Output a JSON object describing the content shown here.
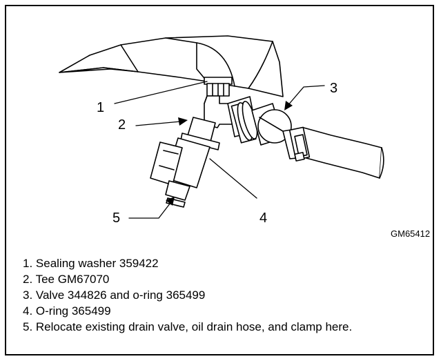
{
  "callouts": [
    "1",
    "2",
    "3",
    "4",
    "5"
  ],
  "figure_id": "GM65412",
  "legend": [
    "1. Sealing washer 359422",
    "2. Tee GM67070",
    "3. Valve 344826 and o-ring 365499",
    "4. O-ring 365499",
    "5. Relocate existing drain valve, oil drain hose, and clamp here."
  ]
}
